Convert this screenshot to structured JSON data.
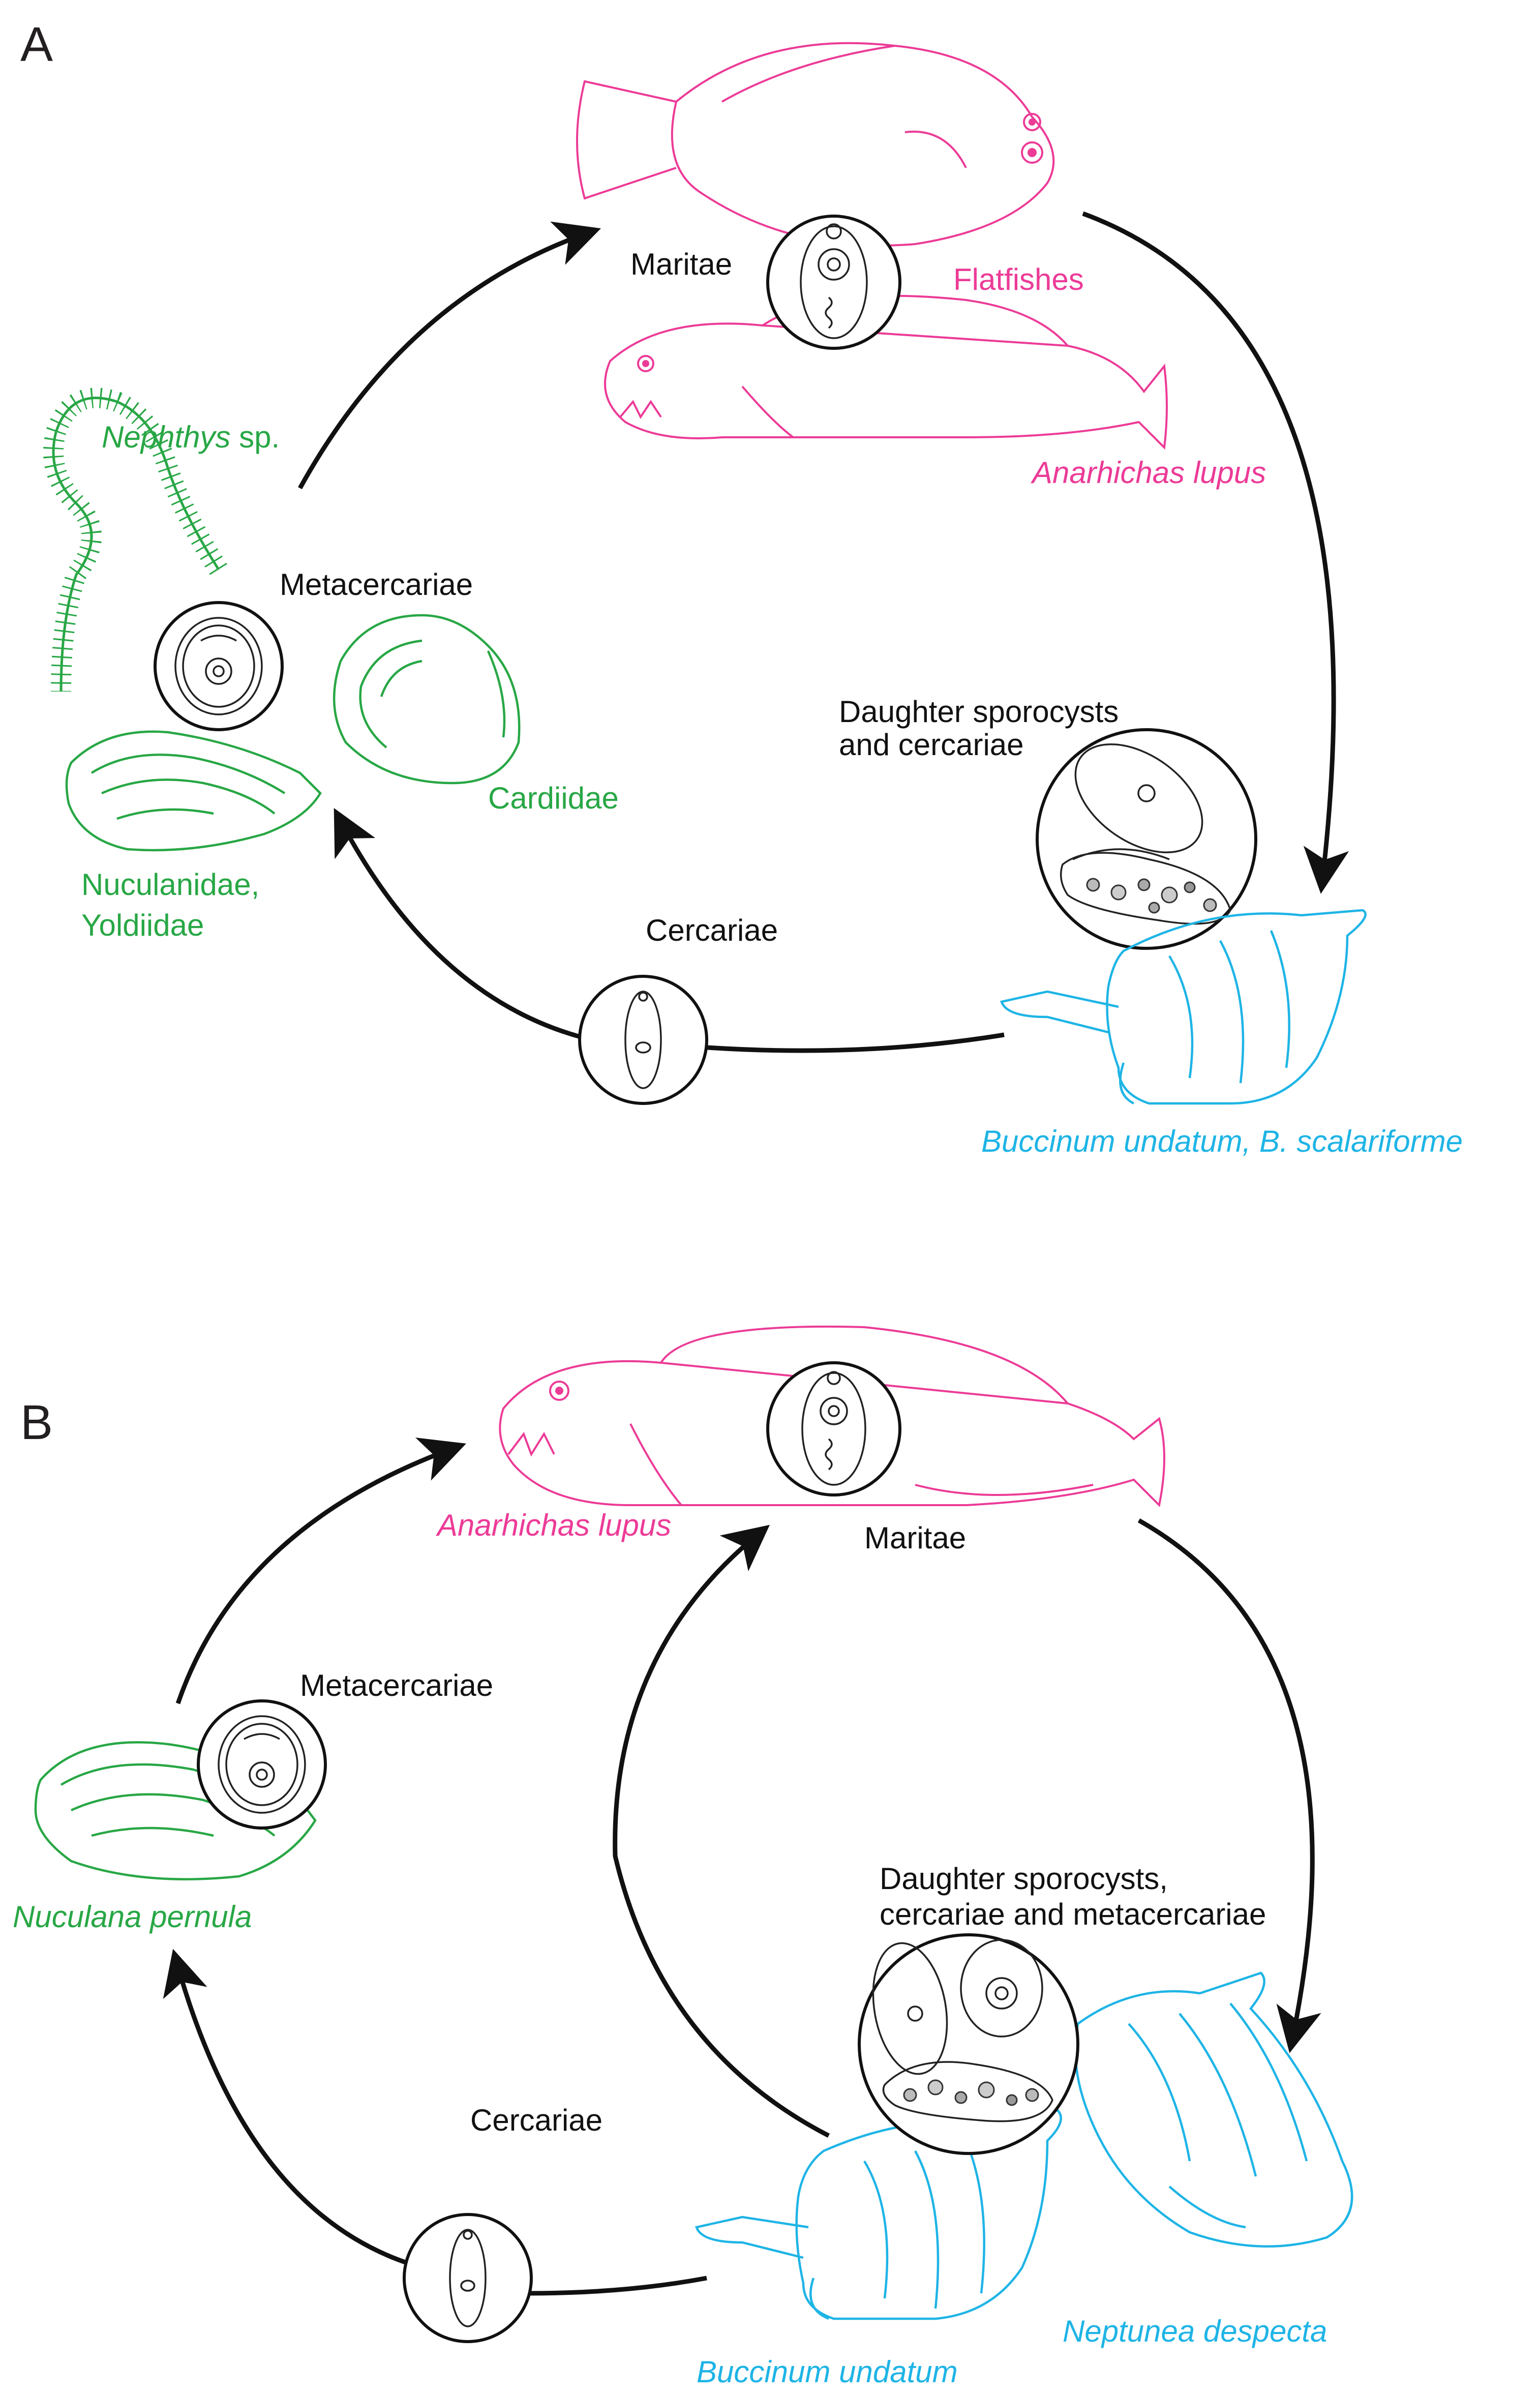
{
  "colors": {
    "definitive_host": "#ec3b97",
    "second_intermediate_host": "#28a745",
    "first_intermediate_host": "#1eb4e6",
    "arrows": "#111111"
  },
  "panel_a": {
    "letter": "A",
    "stages": {
      "maritae": "Maritae",
      "metacercariae": "Metacercariae",
      "cercariae": "Cercariae",
      "sporocysts_line1": "Daughter sporocysts",
      "sporocysts_line2": "and cercariae"
    },
    "hosts": {
      "flatfishes": "Flatfishes",
      "anarhichas": "Anarhichas lupus",
      "nephthys_genus": "Nephthys",
      "nephthys_sp": " sp.",
      "cardiidae": "Cardiidae",
      "nuculanidae_line1": "Nuculanidae,",
      "nuculanidae_line2": "Yoldiidae",
      "buccinum": "Buccinum undatum, B. scalariforme"
    }
  },
  "panel_b": {
    "letter": "B",
    "stages": {
      "maritae": "Maritae",
      "metacercariae": "Metacercariae",
      "cercariae": "Cercariae",
      "sporocysts_line1": "Daughter sporocysts,",
      "sporocysts_line2": "cercariae and metacercariae"
    },
    "hosts": {
      "anarhichas": "Anarhichas lupus",
      "nuculana": "Nuculana pernula",
      "buccinum": "Buccinum undatum",
      "neptunea": "Neptunea despecta"
    }
  }
}
